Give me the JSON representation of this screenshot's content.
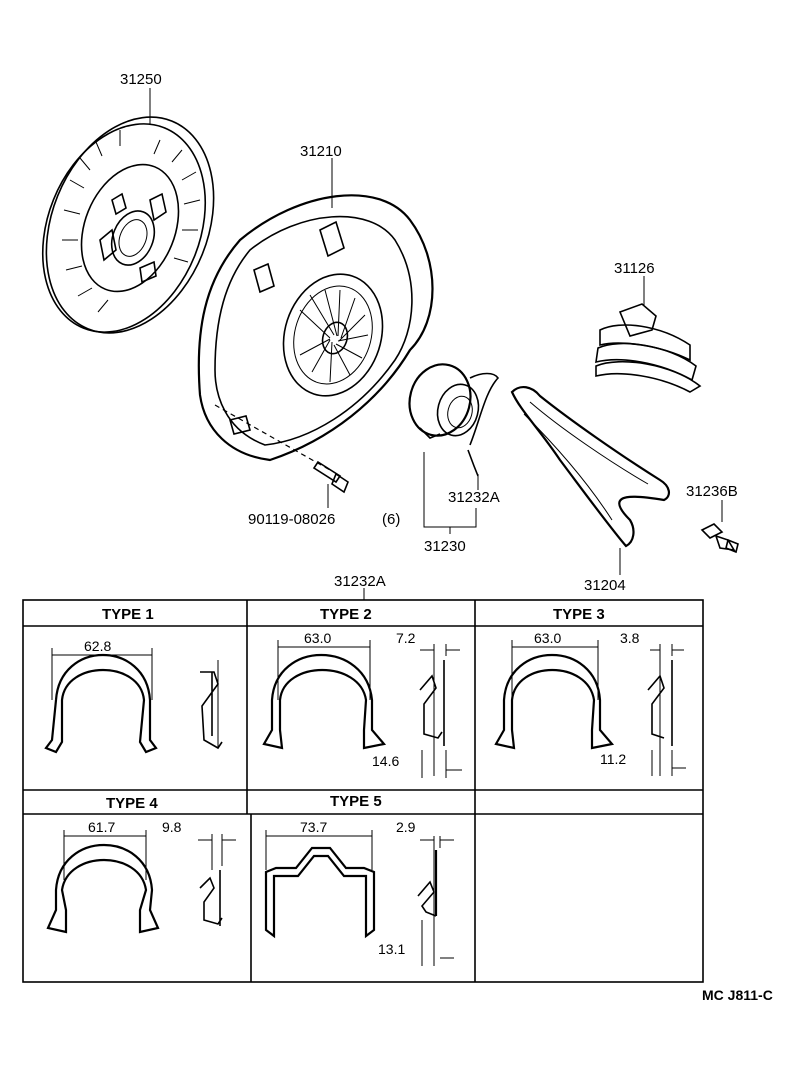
{
  "parts": {
    "clutch_disc": "31250",
    "clutch_cover": "31210",
    "boot": "31126",
    "bolt": "90119-08026",
    "bolt_qty": "(6)",
    "clip_upper": "31232A",
    "release_bearing": "31230",
    "ball_stud": "31236B",
    "release_fork": "31204",
    "clip_table_ref": "31232A"
  },
  "types": [
    {
      "label": "TYPE 1",
      "width": "62.8"
    },
    {
      "label": "TYPE 2",
      "width": "63.0",
      "thickness": "7.2",
      "height": "14.6"
    },
    {
      "label": "TYPE 3",
      "width": "63.0",
      "thickness": "3.8",
      "height": "11.2"
    },
    {
      "label": "TYPE 4",
      "width": "61.7",
      "thickness": "9.8"
    },
    {
      "label": "TYPE 5",
      "width": "73.7",
      "thickness": "2.9",
      "height": "13.1"
    }
  ],
  "footer": {
    "code": "MC  J811-C"
  }
}
